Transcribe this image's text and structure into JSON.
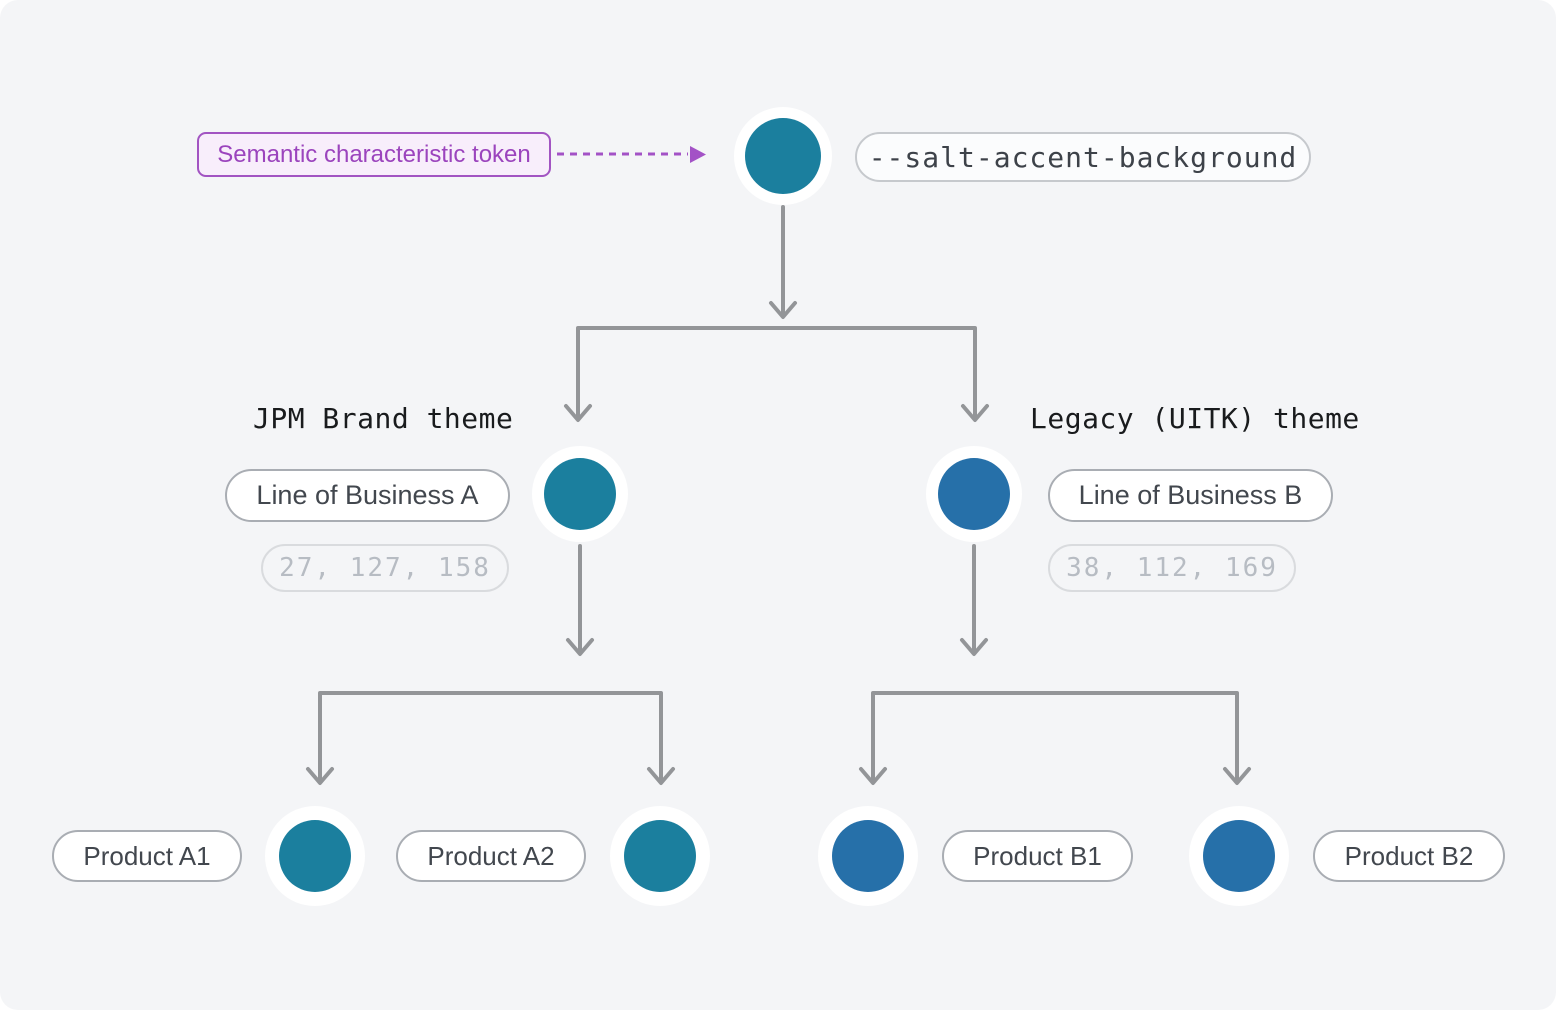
{
  "diagram": {
    "annotation_label": "Semantic characteristic token",
    "root_token": "--salt-accent-background",
    "branches": [
      {
        "theme_label": "JPM Brand theme",
        "lob_label": "Line of Business A",
        "rgb_value": "27, 127, 158",
        "products": [
          "Product A1",
          "Product A2"
        ]
      },
      {
        "theme_label": "Legacy (UITK) theme",
        "lob_label": "Line of Business B",
        "rgb_value": "38, 112, 169",
        "products": [
          "Product B1",
          "Product B2"
        ]
      }
    ],
    "colors": {
      "teal_accent": "#1B7F9E",
      "blue_accent": "#2670A9",
      "connector_gray": "#939598",
      "annotation_purple": "#A352C6",
      "canvas_background": "#F4F5F7"
    }
  }
}
